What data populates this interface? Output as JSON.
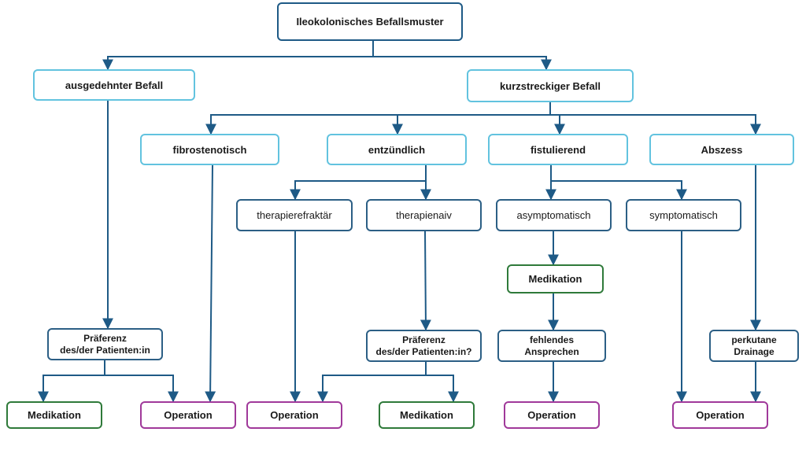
{
  "colors": {
    "connector": "#1e5a86",
    "root_border": "#1e5a86",
    "category_border": "#62c3df",
    "decision_border": "#2c5f85",
    "medication_border": "#2f7a3a",
    "operation_border": "#a0399a"
  },
  "nodes": {
    "root": "Ileokolonisches Befallsmuster",
    "ausgedehnt": "ausgedehnter Befall",
    "kurzstreckig": "kurzstreckiger Befall",
    "fibrostenotisch": "fibrostenotisch",
    "entzuendlich": "entzündlich",
    "fistulierend": "fistulierend",
    "abszess": "Abszess",
    "therapierefraktaer": "therapierefraktär",
    "therapienaiv": "therapienaiv",
    "asymptomatisch": "asymptomatisch",
    "symptomatisch": "symptomatisch",
    "medikation_fist": "Medikation",
    "praeferenz_links": "Präferenz\ndes/der Patienten:in",
    "praeferenz_mitte": "Präferenz\ndes/der Patienten:in?",
    "fehlendes_ansprechen": "fehlendes\nAnsprechen",
    "perkutane_drainage": "perkutane\nDrainage",
    "medikation_1": "Medikation",
    "operation_1": "Operation",
    "operation_2": "Operation",
    "medikation_2": "Medikation",
    "operation_3": "Operation",
    "operation_4": "Operation"
  }
}
